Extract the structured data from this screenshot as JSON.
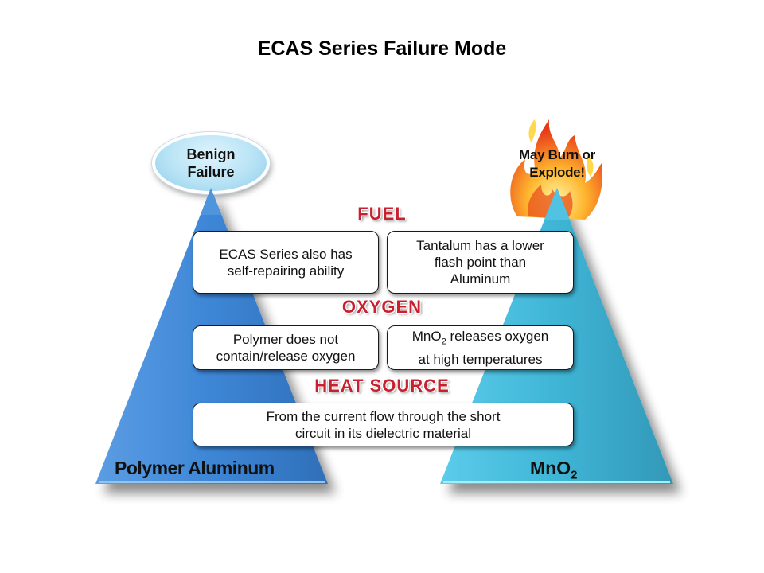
{
  "title": "ECAS Series Failure Mode",
  "left_pyramid": {
    "label": "Polymer Aluminum",
    "color": "#3d86d6",
    "top_badge": "Benign\nFailure",
    "top_badge_icon": "ellipse-bubble"
  },
  "right_pyramid": {
    "label_main": "MnO",
    "label_sub": "2",
    "color": "#3fb5d6",
    "top_badge": "May Burn or\nExplode!",
    "top_badge_icon": "flame-icon"
  },
  "sections": [
    {
      "heading": "FUEL",
      "left_text": "ECAS Series also has\nself-repairing ability",
      "right_text": "Tantalum has a lower\nflash point than\nAluminum"
    },
    {
      "heading": "OXYGEN",
      "left_text": "Polymer does not\ncontain/release oxygen",
      "right_text_pre": "MnO",
      "right_text_sub": "2",
      "right_text_post": " releases oxygen\nat high temperatures"
    },
    {
      "heading": "HEAT SOURCE",
      "center_text": "From the current flow through the short\ncircuit in its dielectric material"
    }
  ],
  "colors": {
    "heading_red": "#c8202e",
    "left_blue": "#3d86d6",
    "right_cyan": "#3fb5d6",
    "bubble_blue": "#b8e3f5"
  }
}
